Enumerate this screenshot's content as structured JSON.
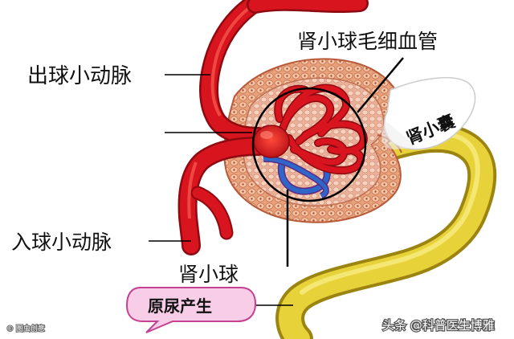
{
  "labels": {
    "capillary": "肾小球毛细血管",
    "efferent": "出球小动脉",
    "afferent": "入球小动脉",
    "glomerulus": "肾小球",
    "capsule": "肾小囊",
    "urine": "原尿产生"
  },
  "watermarks": {
    "left": "© 图虫创意",
    "right": "头条 @科普医生博雅"
  },
  "colors": {
    "artery": "#d8141e",
    "artery_dark": "#8e0a10",
    "vein": "#2f67c8",
    "vein_dark": "#5a2a86",
    "tubule": "#e8d23a",
    "tubule_dark": "#b79c12",
    "capsule_wall": "#d9835a",
    "bubble_pink": "#f7cde8",
    "bubble_border": "#c44090"
  }
}
